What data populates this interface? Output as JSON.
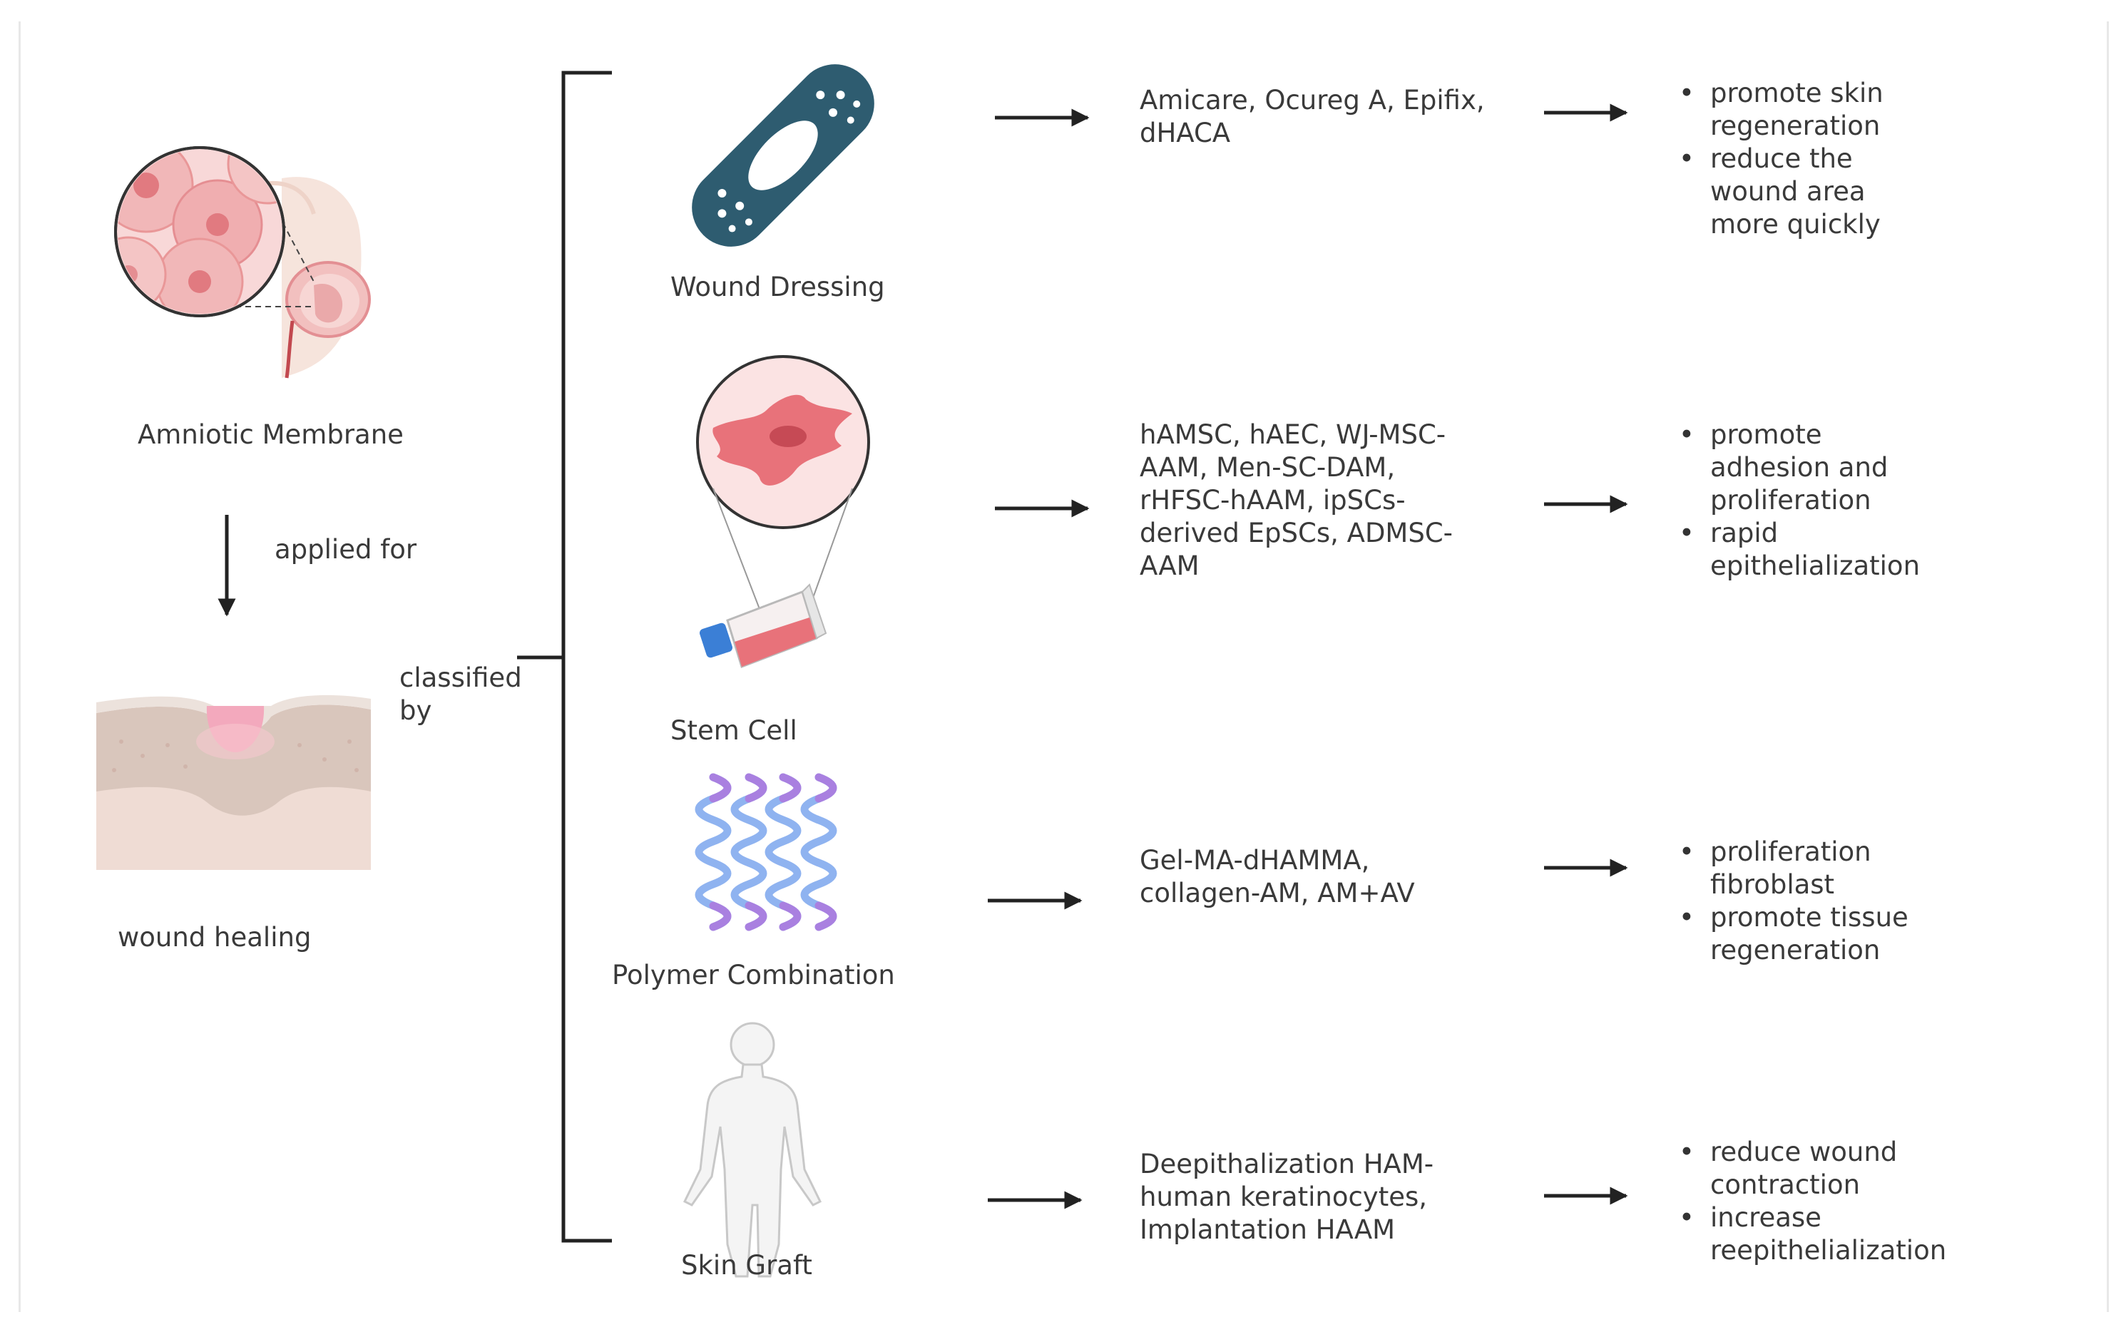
{
  "left": {
    "source_label": "Amniotic Membrane",
    "relation_label": "applied for",
    "target_label": "wound healing",
    "classify_label": [
      "classified",
      "by"
    ]
  },
  "categories": [
    {
      "name": "Wound Dressing",
      "icon": "bandage-icon",
      "examples": [
        "Amicare, Ocureg A, Epifix,",
        "dHACA"
      ],
      "effects": [
        [
          "promote skin",
          "regeneration"
        ],
        [
          "reduce the",
          "wound area",
          "more quickly"
        ]
      ]
    },
    {
      "name": "Stem Cell",
      "icon": "stem-cell-flask-icon",
      "examples": [
        "hAMSC, hAEC, WJ-MSC-",
        "AAM, Men-SC-DAM,",
        "rHFSC-hAAM, ipSCs-",
        "derived EpSCs, ADMSC-",
        "AAM"
      ],
      "effects": [
        [
          "promote",
          "adhesion and",
          "proliferation"
        ],
        [
          "rapid",
          "epithelialization"
        ]
      ]
    },
    {
      "name": "Polymer Combination",
      "icon": "polymer-strands-icon",
      "examples": [
        "Gel-MA-dHAMMA,",
        "collagen-AM, AM+AV"
      ],
      "effects": [
        [
          "proliferation",
          "fibroblast"
        ],
        [
          "promote tissue",
          "regeneration"
        ]
      ]
    },
    {
      "name": "Skin Graft",
      "icon": "human-body-icon",
      "examples": [
        "Deepithalization HAM-",
        "human keratinocytes,",
        "Implantation HAAM"
      ],
      "effects": [
        [
          "reduce wound",
          "contraction"
        ],
        [
          "increase",
          "reepithelialization"
        ]
      ]
    }
  ],
  "colors": {
    "bandage": "#2e5c70",
    "cell_pink": "#e8727a",
    "membrane_pink": "#f4c9c9",
    "polymer_blue": "#8fb3f0",
    "polymer_purple": "#a980e0",
    "arrow": "#222222"
  }
}
